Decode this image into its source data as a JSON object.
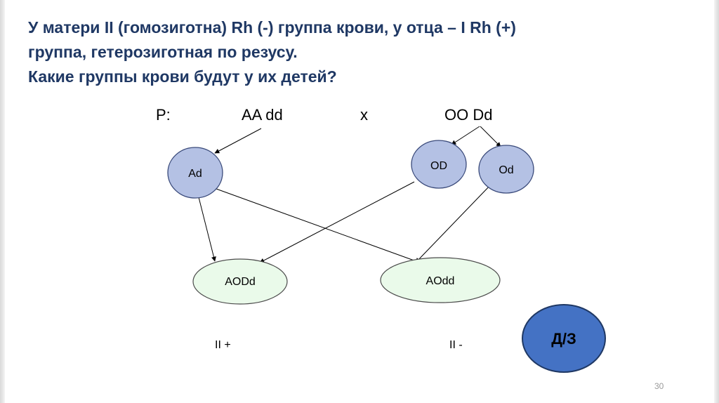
{
  "title": {
    "line1": "У матери II (гомозиготна)  Rh (-) группа крови, у отца – I Rh (+)",
    "line2": "группа, гетерозиготная по резусу.",
    "line3": "Какие группы крови будут у их детей?"
  },
  "parents": {
    "p_label": "P:",
    "mother_genotype": "AA dd",
    "cross": "x",
    "father_genotype": "OO Dd"
  },
  "gametes": {
    "mother": "Ad",
    "father_1": "OD",
    "father_2": "Od"
  },
  "offspring": {
    "child_1": "AODd",
    "child_2": "AOdd"
  },
  "phenotypes": {
    "child_1": "II +",
    "child_2": "II  -"
  },
  "homework_button": "Д/З",
  "page_number": "30",
  "colors": {
    "title": "#1f3864",
    "gamete_fill": "#b4c1e4",
    "gamete_stroke": "#3a4a7a",
    "offspring_fill": "#eafaea",
    "offspring_stroke": "#4a4a4a",
    "button_fill": "#4472c4",
    "button_stroke": "#1f3864"
  }
}
